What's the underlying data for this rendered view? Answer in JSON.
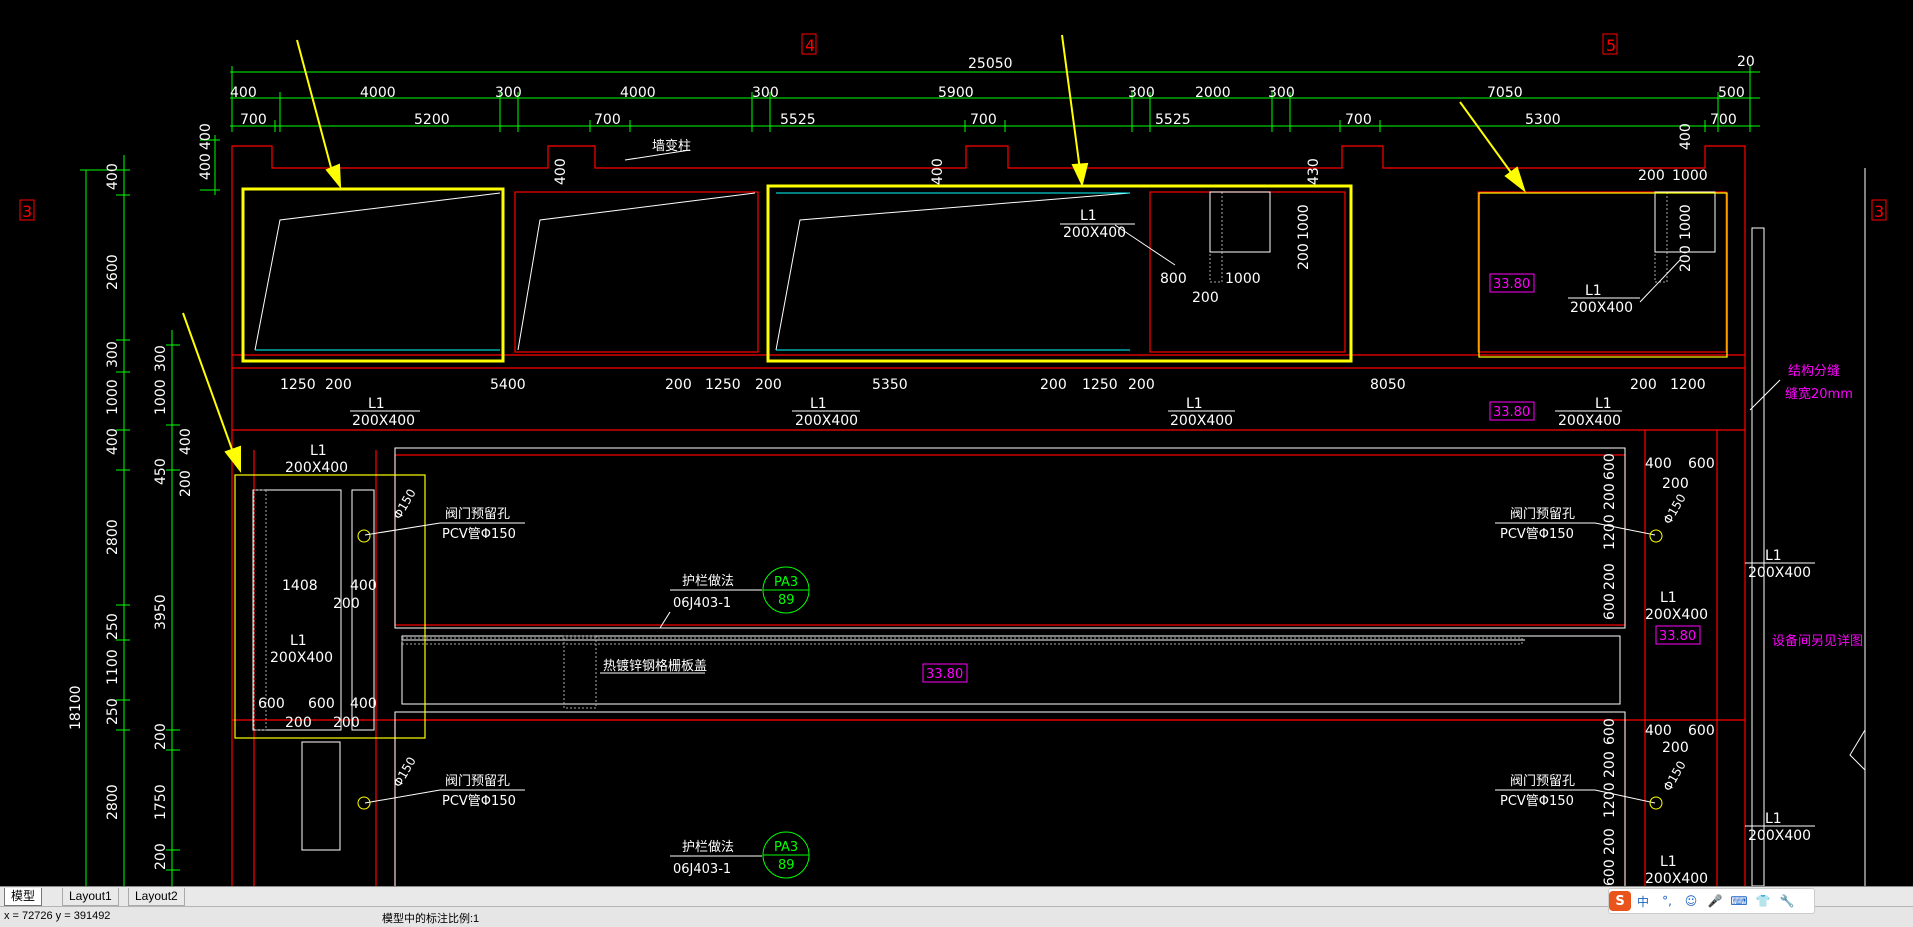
{
  "drawing": {
    "grid_labels": {
      "left": "3",
      "right": "3",
      "axis4": "4",
      "axis5": "5"
    },
    "top_total": "25050",
    "top_dims": [
      "400",
      "4000",
      "300",
      "4000",
      "300",
      "5900",
      "300",
      "2000",
      "300",
      "7050",
      "500",
      "20"
    ],
    "second_dims": [
      "700",
      "5200",
      "700",
      "5525",
      "700",
      "5525",
      "700",
      "5300",
      "700"
    ],
    "left_dims": [
      "400",
      "2600",
      "300",
      "1000",
      "400",
      "2800",
      "250",
      "1100",
      "250",
      "2800"
    ],
    "left_total": "18100",
    "inner_left_dims": [
      "300",
      "1000",
      "400",
      "450",
      "200",
      "3950",
      "200",
      "1750",
      "200"
    ],
    "beam_dims": [
      "1250",
      "200",
      "5400",
      "200",
      "1250",
      "200",
      "5350",
      "200",
      "1250",
      "200",
      "8050",
      "200",
      "1200"
    ],
    "beam_label": "L1",
    "beam_size": "200X400",
    "elevation": "33.80",
    "notes": {
      "shaft_col": "墙变柱",
      "valve_hole": "阀门预留孔",
      "pvc_pipe": "PCV管Φ150",
      "phi150": "Φ150",
      "railing": "护栏做法",
      "std_ref": "06J403-1",
      "pa_code": "PA3",
      "pa_num": "89",
      "grating": "热镀锌钢格栅板盖",
      "struct_joint": "结构分缝",
      "joint_width": "缝宽20mm",
      "equip_see": "设备间另见详图"
    },
    "misc_dims": {
      "d200": "200",
      "d1000": "1000",
      "d800": "800",
      "d400": "400",
      "d600": "600",
      "d1408": "1408",
      "d1200": "1200",
      "d430": "430"
    },
    "colors": {
      "dim": "#00ff00",
      "wall": "#ff0000",
      "highlight": "#ffff00",
      "outline": "#ffffff",
      "elev": "#ff00ff",
      "cyan": "#00ffff",
      "hatch": "#bbbbbb"
    }
  },
  "tabs": [
    "模型",
    "Layout1",
    "Layout2"
  ],
  "status": {
    "coords": "x = 72726  y = 391492",
    "scale": "模型中的标注比例:1"
  },
  "ime": {
    "logo": "S",
    "lang": "中",
    "punct": "°,",
    "emoji": "☺",
    "mic": "🎤",
    "keyboard": "⌨",
    "skin": "👕",
    "tools": "🔧"
  }
}
